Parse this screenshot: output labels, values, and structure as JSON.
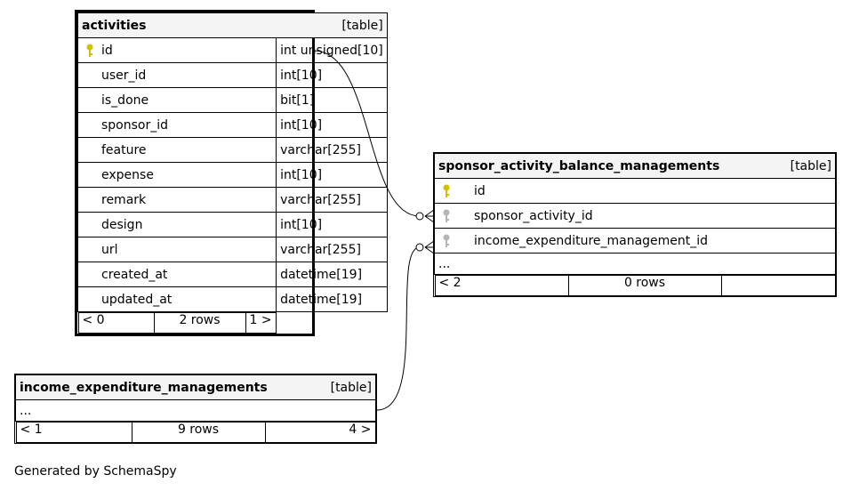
{
  "activities": {
    "name": "activities",
    "tag": "[table]",
    "columns": [
      {
        "name": "id",
        "type": "int unsigned[10]"
      },
      {
        "name": "user_id",
        "type": "int[10]"
      },
      {
        "name": "is_done",
        "type": "bit[1]"
      },
      {
        "name": "sponsor_id",
        "type": "int[10]"
      },
      {
        "name": "feature",
        "type": "varchar[255]"
      },
      {
        "name": "expense",
        "type": "int[10]"
      },
      {
        "name": "remark",
        "type": "varchar[255]"
      },
      {
        "name": "design",
        "type": "int[10]"
      },
      {
        "name": "url",
        "type": "varchar[255]"
      },
      {
        "name": "created_at",
        "type": "datetime[19]"
      },
      {
        "name": "updated_at",
        "type": "datetime[19]"
      }
    ],
    "footer": {
      "left": "< 0",
      "mid": "2 rows",
      "right": "1 >"
    }
  },
  "sponsor": {
    "name": "sponsor_activity_balance_managements",
    "tag": "[table]",
    "columns": [
      {
        "name": "id"
      },
      {
        "name": "sponsor_activity_id"
      },
      {
        "name": "income_expenditure_management_id"
      }
    ],
    "ellipsis": "...",
    "footer": {
      "left": "< 2",
      "mid": "0 rows",
      "right": ""
    }
  },
  "income": {
    "name": "income_expenditure_managements",
    "tag": "[table]",
    "ellipsis": "...",
    "footer": {
      "left": "< 1",
      "mid": "9 rows",
      "right": "4 >"
    }
  },
  "caption": "Generated by SchemaSpy",
  "colors": {
    "primary_key": "#d4c000",
    "foreign_key": "#b5b5b5"
  }
}
